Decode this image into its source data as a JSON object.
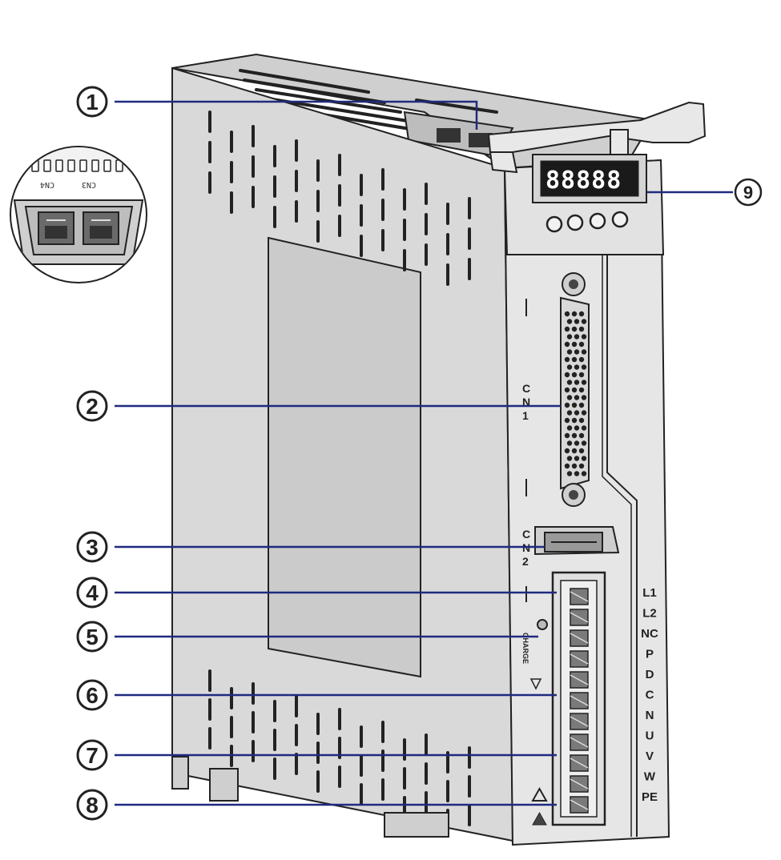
{
  "callouts": [
    "1",
    "2",
    "3",
    "4",
    "5",
    "6",
    "7",
    "8",
    "9"
  ],
  "panel_labels": {
    "cn1": [
      "C",
      "N",
      "1"
    ],
    "cn2": [
      "C",
      "N",
      "2"
    ],
    "charge": "CHARGE",
    "jack_left": "CN4",
    "jack_right": "CN3"
  },
  "display_text": "88888",
  "power_terminals": [
    "L1",
    "L2",
    "NC",
    "P",
    "D",
    "C",
    "N",
    "U",
    "V",
    "W",
    "PE"
  ],
  "colors": {
    "leader": "#1f2a80",
    "outline": "#222222",
    "body": "#dcdcdc",
    "panel": "#e6e6e6"
  }
}
